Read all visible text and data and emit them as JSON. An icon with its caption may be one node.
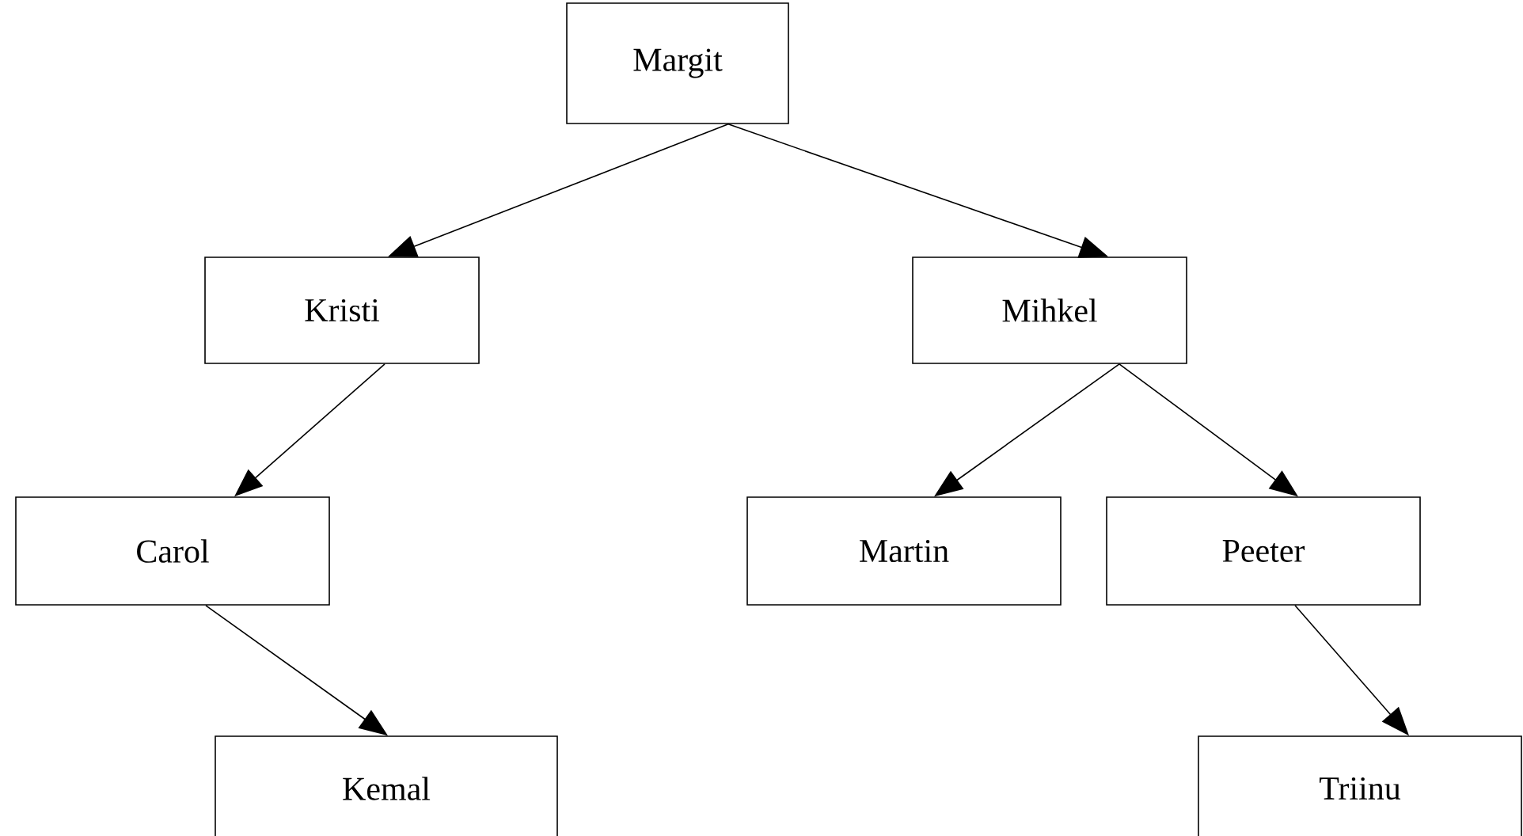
{
  "diagram": {
    "nodes": [
      {
        "text": [
          "Margit"
        ]
      },
      {
        "text": [
          "Kristi"
        ]
      },
      {
        "text": [
          "Mihkel"
        ]
      },
      {
        "text": [
          "Carol"
        ]
      },
      {
        "text": [
          "Martin"
        ]
      },
      {
        "text": [
          "Peeter"
        ]
      },
      {
        "text": [
          "Kemal"
        ]
      },
      {
        "text": [
          "Triinu"
        ]
      }
    ],
    "edges": [
      {
        "from": 0,
        "to": 1,
        "arrow": "to"
      },
      {
        "from": 0,
        "to": 2,
        "arrow": "to"
      },
      {
        "from": 1,
        "to": 3,
        "arrow": "to"
      },
      {
        "from": 2,
        "to": 4,
        "arrow": "to"
      },
      {
        "from": 2,
        "to": 5,
        "arrow": "to"
      },
      {
        "from": 3,
        "to": 6,
        "arrow": "to"
      },
      {
        "from": 5,
        "to": 7,
        "arrow": "to"
      }
    ]
  }
}
